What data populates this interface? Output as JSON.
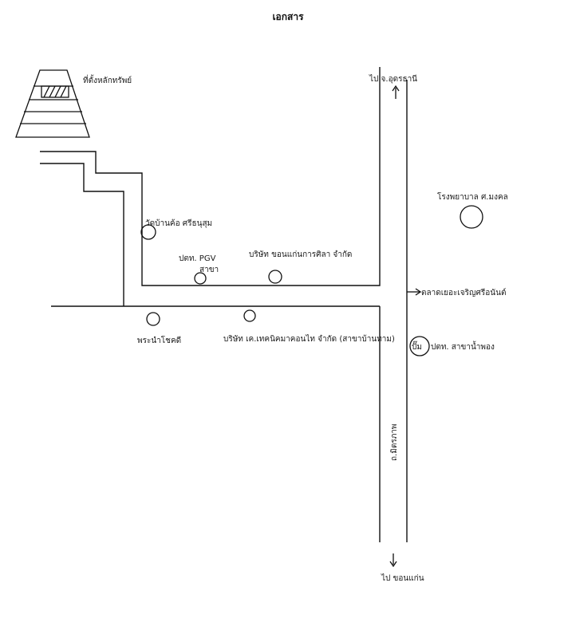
{
  "document": {
    "title": "เอกสาร"
  },
  "map": {
    "labels": {
      "site": "ที่ตั้งหลักทรัพย์",
      "to_north": "ไป จ.อุดรธานี",
      "wat": "วัดบ้านค้อ ศรีธนุสุม",
      "ptt_pgv": "ปตท. PGV",
      "ptt_pgv_2": "สาขา",
      "company_1": "บริษัท ขอนแก่นการศิลา จำกัด",
      "hospital": "โรงพยาบาล ศ.มงคล",
      "market": "ตลาดเยอะเจริญศรีอนันต์",
      "wat_2": "พระนำโชคดี",
      "company_2": "บริษัท เค.เทคนิคมาคอนไท จำกัด (สาขาบ้านทาม)",
      "ptt_2_badge": "ปั๊ม",
      "ptt_2": "ปตท. สาขาน้ำพอง",
      "road_name": "ถ.มิตรภาพ",
      "to_south": "ไป ขอนแก่น"
    }
  }
}
